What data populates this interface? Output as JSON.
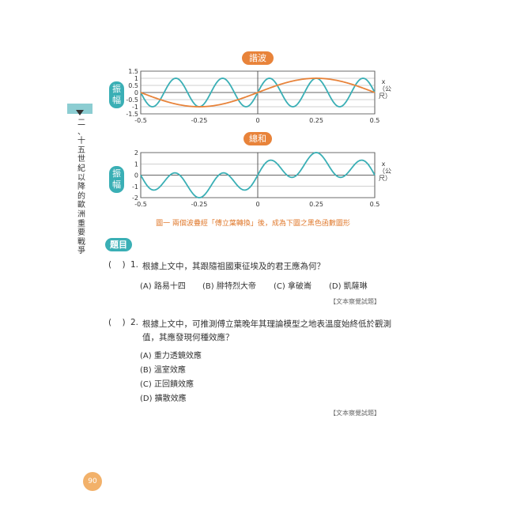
{
  "figure": {
    "top_label": "諧波",
    "bottom_label": "總和",
    "amplitude_label": "振幅",
    "x_unit_label": "x（公尺）",
    "caption": "圖一 兩個波疊經「傅立葉轉換」後，成為下圖之黑色函數圖形"
  },
  "section_title": "二、十五世紀以降的歐洲重要戰爭",
  "question_header": "題目",
  "questions": [
    {
      "number": "1.",
      "text": "根據上文中，其跟隨祖國東征埃及的君王應為何？",
      "options": [
        "(A) 路易十四",
        "(B) 腓特烈大帝",
        "(C) 拿破崙",
        "(D) 凱薩琳"
      ],
      "source": "【文本察覺試題】"
    },
    {
      "number": "2.",
      "text_line1": "根據上文中，可推測傅立葉晚年其理論模型之地表溫度始終低於觀測",
      "text_line2": "值，其應發現何種效應？",
      "options": [
        "(A) 重力透鏡效應",
        "(B) 溫室效應",
        "(C) 正回饋效應",
        "(D) 擴散效應"
      ],
      "source": "【文本察覺試題】"
    }
  ],
  "page_number": "90",
  "colors": {
    "teal": "#3aafb5",
    "orange": "#e8833a",
    "light_teal": "#8ccdd2"
  },
  "chart_data": [
    {
      "type": "line",
      "title": "諧波",
      "ylabel": "振幅",
      "xlabel": "x（公尺）",
      "xlim": [
        -0.5,
        0.5
      ],
      "ylim": [
        -1.5,
        1.5
      ],
      "x_ticks": [
        "-0.5",
        "-0.25",
        "0",
        "0.25",
        "0.5"
      ],
      "y_ticks": [
        "1.5",
        "1",
        "0.5",
        "0",
        "-0.5",
        "-1",
        "-1.5"
      ],
      "series": [
        {
          "color": "#3aafb5",
          "amplitude": 1,
          "cycles_per_meter": 5,
          "phase": 0
        },
        {
          "color": "#e8833a",
          "amplitude": 1,
          "cycles_per_meter": 1,
          "phase": 0
        }
      ]
    },
    {
      "type": "line",
      "title": "總和",
      "ylabel": "振幅",
      "xlabel": "x（公尺）",
      "xlim": [
        -0.5,
        0.5
      ],
      "ylim": [
        -2,
        2
      ],
      "x_ticks": [
        "-0.5",
        "-0.25",
        "0",
        "0.25",
        "0.5"
      ],
      "y_ticks": [
        "2",
        "1",
        "0",
        "-1",
        "-2"
      ],
      "series": [
        {
          "color": "#3aafb5",
          "components": "sum of the two waves above"
        }
      ]
    }
  ]
}
